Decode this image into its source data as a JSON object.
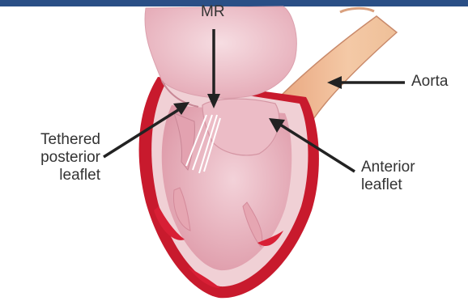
{
  "labels": {
    "mr": "MR",
    "aorta": "Aorta",
    "tethered": "Tethered\nposterior\nleaflet",
    "anterior": "Anterior\nleaflet"
  },
  "colors": {
    "header_bar": "#2a4f86",
    "tissue_pink": "#efc3cc",
    "chamber_pink": "#e7a7b3",
    "myocardium_red": "#d81f35",
    "aorta_tan": "#eebf98",
    "arrow": "#222222",
    "text": "#333333"
  }
}
